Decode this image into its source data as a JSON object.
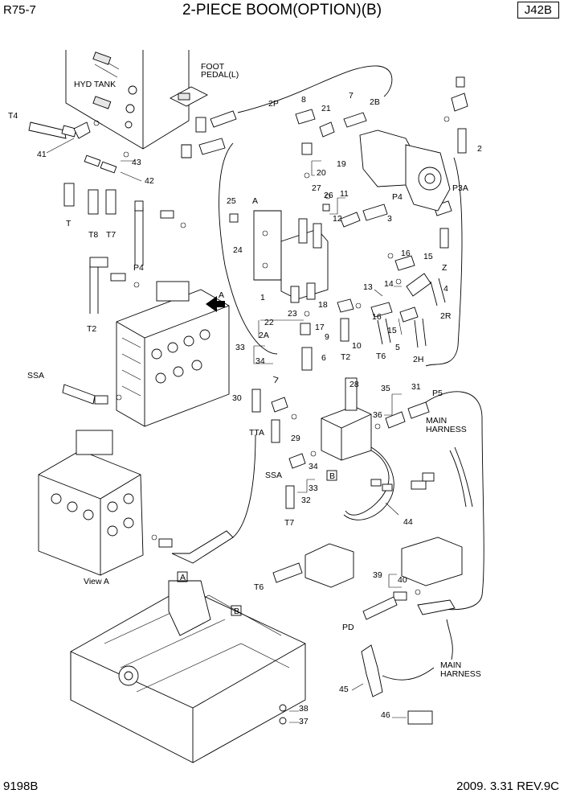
{
  "header": {
    "model": "R75-7",
    "title": "2-PIECE BOOM(OPTION)(B)",
    "code": "J42B"
  },
  "footer": {
    "doc_number": "9198B",
    "revision": "2009. 3.31 REV.9C"
  },
  "labels": {
    "hyd_tank": "HYD TANK",
    "foot_pedal_1": "FOOT",
    "foot_pedal_2": "PEDAL(L)",
    "main_harness_1": "MAIN",
    "main_harness_2": "HARNESS",
    "view_a": "View A",
    "arrow_a": "A",
    "box_a": "A",
    "box_b": "B"
  },
  "port_labels": [
    "T4",
    "T",
    "T8",
    "T7",
    "P4",
    "T2",
    "SSA",
    "2P",
    "2B",
    "P4",
    "P3A",
    "Z",
    "2R",
    "2A",
    "T2",
    "T6",
    "2H",
    "TTA",
    "SSA",
    "T7",
    "P5",
    "T6",
    "PD",
    "A"
  ],
  "callouts": [
    "1",
    "2",
    "3",
    "4",
    "5",
    "6",
    "7",
    "8",
    "9",
    "10",
    "11",
    "12",
    "13",
    "14",
    "15",
    "15",
    "16",
    "16",
    "17",
    "18",
    "19",
    "20",
    "21",
    "22",
    "23",
    "24",
    "25",
    "26",
    "27",
    "28",
    "29",
    "30",
    "31",
    "32",
    "33",
    "33",
    "34",
    "34",
    "35",
    "36",
    "37",
    "38",
    "39",
    "40",
    "41",
    "42",
    "43",
    "44",
    "45",
    "46"
  ]
}
